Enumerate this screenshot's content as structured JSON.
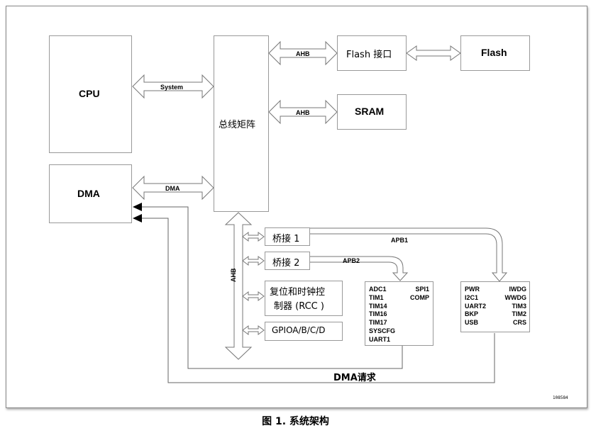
{
  "blocks": {
    "cpu": "CPU",
    "dma": "DMA",
    "bus_matrix": "总线矩阵",
    "flash_interface": "Flash 接口",
    "flash": "Flash",
    "sram": "SRAM",
    "bridge1": "桥接 1",
    "bridge2": "桥接 2",
    "rcc_line1": "复位和时钟控",
    "rcc_line2": "制器 (RCC )",
    "gpio": "GPIOA/B/C/D"
  },
  "buses": {
    "system": "System",
    "dma": "DMA",
    "ahb_flash": "AHB",
    "ahb_sram": "AHB",
    "ahb_vertical": "AHB",
    "apb1": "APB1",
    "apb2": "APB2"
  },
  "apb2_peripherals": {
    "left": [
      "ADC1",
      "TIM1",
      "TIM14",
      "TIM16",
      "TIM17",
      "SYSCFG",
      "UART1"
    ],
    "right": [
      "SPI1",
      "COMP"
    ]
  },
  "apb1_peripherals": {
    "left": [
      "PWR",
      "I2C1",
      "UART2",
      "BKP",
      "USB"
    ],
    "right": [
      "IWDG",
      "WWDG",
      "TIM3",
      "TIM2",
      "CRS"
    ]
  },
  "dma_request": "DMA请求",
  "doc_id": "108584",
  "caption": "图 1. 系统架构"
}
